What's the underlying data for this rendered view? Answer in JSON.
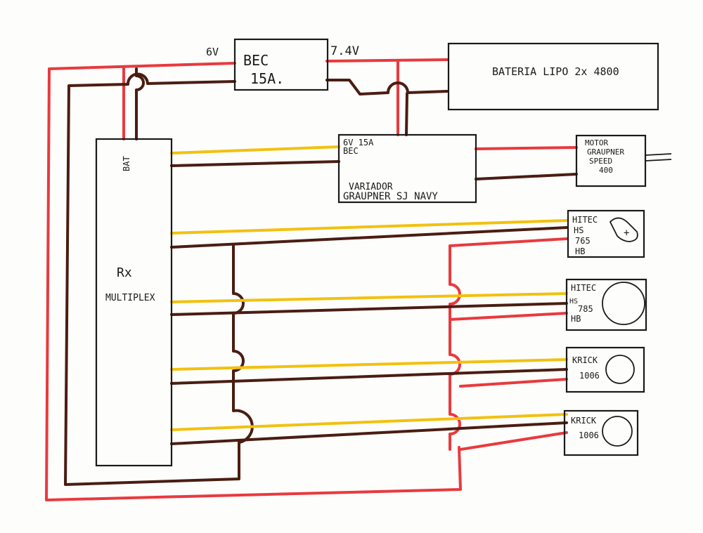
{
  "colors": {
    "positive": "#e83a3e",
    "negative": "#4a1d12",
    "signal": "#f2c10f",
    "ink": "#1a1a1a",
    "paper": "#fdfdfb"
  },
  "bec": {
    "line1": "BEC",
    "line2": "15A.",
    "in_voltage": "7.4V",
    "out_voltage": "6V"
  },
  "battery": {
    "label": "BATERIA LIPO 2x 4800"
  },
  "receiver": {
    "bat_label": "BAT",
    "line1": "Rx",
    "line2": "MULTIPLEX"
  },
  "esc": {
    "top1": "6V 15A",
    "top2": "BEC",
    "line1": "VARIADOR",
    "line2": "GRAUPNER SJ NAVY"
  },
  "motor": {
    "lines": [
      "MOTOR",
      "GRAUPNER",
      "SPEED",
      "400"
    ]
  },
  "servos": [
    {
      "lines": [
        "HITEC",
        "HS",
        "765",
        "HB"
      ]
    },
    {
      "lines": [
        "HITEC",
        "HS",
        "785",
        "HB"
      ]
    },
    {
      "lines": [
        "KRICK",
        "1006"
      ]
    },
    {
      "lines": [
        "KRICK",
        "1006"
      ]
    }
  ]
}
